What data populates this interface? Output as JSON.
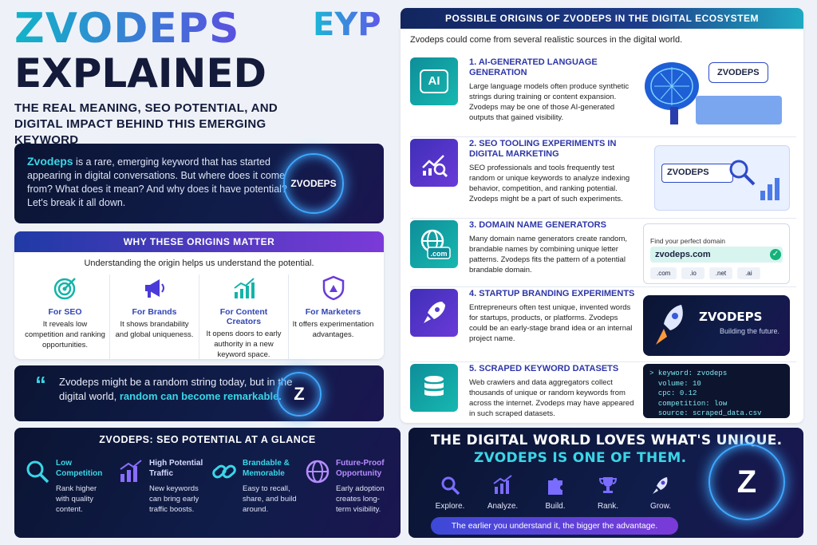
{
  "header": {
    "title_line1": "ZVODEPS",
    "title_line2": "EXPLAINED",
    "subtitle_line1": "THE REAL MEANING, SEO POTENTIAL, AND",
    "subtitle_line2": "DIGITAL IMPACT BEHIND THIS EMERGING KEYWORD",
    "logo": "EYP"
  },
  "intro": {
    "keyword": "Zvodeps",
    "text": " is a rare, emerging keyword that has started appearing in digital conversations. But where does it come from? What does it mean? And why does it have potential? Let's break it all down.",
    "badge": "ZVODEPS"
  },
  "why": {
    "heading": "WHY THESE ORIGINS MATTER",
    "subheading": "Understanding the origin helps us understand the potential.",
    "items": [
      {
        "title": "For SEO",
        "desc": "It reveals low competition and ranking opportunities.",
        "icon": "target-icon"
      },
      {
        "title": "For Brands",
        "desc": "It shows brandability and global uniqueness.",
        "icon": "megaphone-icon"
      },
      {
        "title": "For Content Creators",
        "desc": "It opens doors to early authority in a new keyword space.",
        "icon": "growth-chart-icon"
      },
      {
        "title": "For Marketers",
        "desc": "It offers experimentation advantages.",
        "icon": "shield-icon"
      }
    ]
  },
  "quote": {
    "mark": "“",
    "text1": "Zvodeps might be a random string today, but in the digital world, ",
    "highlight": "random can become remarkable.",
    "badge": "Z"
  },
  "seo": {
    "heading": "ZVODEPS: SEO POTENTIAL AT A GLANCE",
    "items": [
      {
        "title": "Low Competition",
        "desc": "Rank higher with quality content.",
        "icon": "magnifier-icon"
      },
      {
        "title": "High Potential Traffic",
        "desc": "New keywords can bring early traffic boosts.",
        "icon": "bar-chart-icon"
      },
      {
        "title": "Brandable & Memorable",
        "desc": "Easy to recall, share, and build around.",
        "icon": "link-icon"
      },
      {
        "title": "Future-Proof Opportunity",
        "desc": "Early adoption creates long-term visibility.",
        "icon": "globe-icon"
      }
    ]
  },
  "origins": {
    "heading": "POSSIBLE ORIGINS OF ZVODEPS IN THE DIGITAL ECOSYSTEM",
    "subheading": "Zvodeps could come from several realistic sources in the digital world.",
    "items": [
      {
        "title": "1. AI-GENERATED LANGUAGE GENERATION",
        "desc": "Large language models often produce synthetic strings during training or content expansion. Zvodeps may be one of those AI-generated outputs that gained visibility.",
        "icon_text": "AI",
        "bubble": "ZVODEPS"
      },
      {
        "title": "2. SEO TOOLING EXPERIMENTS IN DIGITAL MARKETING",
        "desc": "SEO professionals and tools frequently test random or unique keywords to analyze indexing behavior, competition, and ranking potential. Zvodeps might be a part of such experiments.",
        "search": "ZVODEPS"
      },
      {
        "title": "3. DOMAIN NAME GENERATORS",
        "desc": "Many domain name generators create random, brandable names by combining unique letter patterns. Zvodeps fits the pattern of a potential brandable domain.",
        "icon_text": ".com",
        "domain_label": "Find your perfect domain",
        "domain_value": "zvodeps.com",
        "tlds": [
          ".com",
          ".io",
          ".net",
          ".ai"
        ]
      },
      {
        "title": "4. STARTUP BRANDING EXPERIMENTS",
        "desc": "Entrepreneurs often test unique, invented words for startups, products, or platforms. Zvodeps could be an early-stage brand idea or an internal project name.",
        "brand": "ZVODEPS",
        "tagline": "Building the future."
      },
      {
        "title": "5. SCRAPED KEYWORD DATASETS",
        "desc": "Web crawlers and data aggregators collect thousands of unique or random keywords from across the internet. Zvodeps may have appeared in such scraped datasets.",
        "code": [
          "keyword: zvodeps",
          "volume: 10",
          "cpc: 0.12",
          "competition: low",
          "source: scraped_data.csv"
        ]
      }
    ]
  },
  "final": {
    "line1": "THE DIGITAL WORLD LOVES WHAT'S UNIQUE.",
    "line2": "ZVODEPS IS ONE OF THEM.",
    "steps": [
      "Explore.",
      "Analyze.",
      "Build.",
      "Rank.",
      "Grow."
    ],
    "bar": "The earlier you understand it, the bigger the advantage.",
    "badge": "Z"
  }
}
